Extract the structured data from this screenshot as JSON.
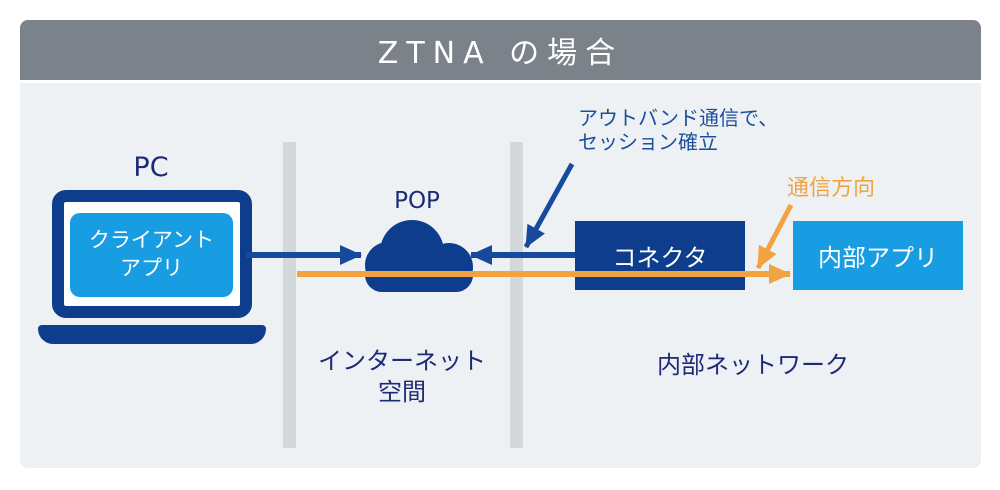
{
  "title": "ZTNA の場合",
  "colors": {
    "header_bg": "#7b8289",
    "body_bg": "#edf1f3",
    "divider_bar": "#d5d8db",
    "navy": "#0d3d8c",
    "arrow_blue": "#17499c",
    "light_blue": "#189ce2",
    "orange": "#f2a341",
    "label_navy": "#1e2a78",
    "annotation_blue": "#1b4f9e",
    "white": "#ffffff"
  },
  "pc": {
    "label": "PC",
    "app_line1": "クライアント",
    "app_line2": "アプリ"
  },
  "pop": {
    "label": "POP"
  },
  "connector": {
    "label": "コネクタ"
  },
  "internal_app": {
    "label": "内部アプリ"
  },
  "zones": {
    "internet_line1": "インターネット",
    "internet_line2": "空間",
    "internal": "内部ネットワーク"
  },
  "annotations": {
    "outofband_line1": "アウトバンド通信で、",
    "outofband_line2": "セッション確立",
    "direction": "通信方向"
  }
}
